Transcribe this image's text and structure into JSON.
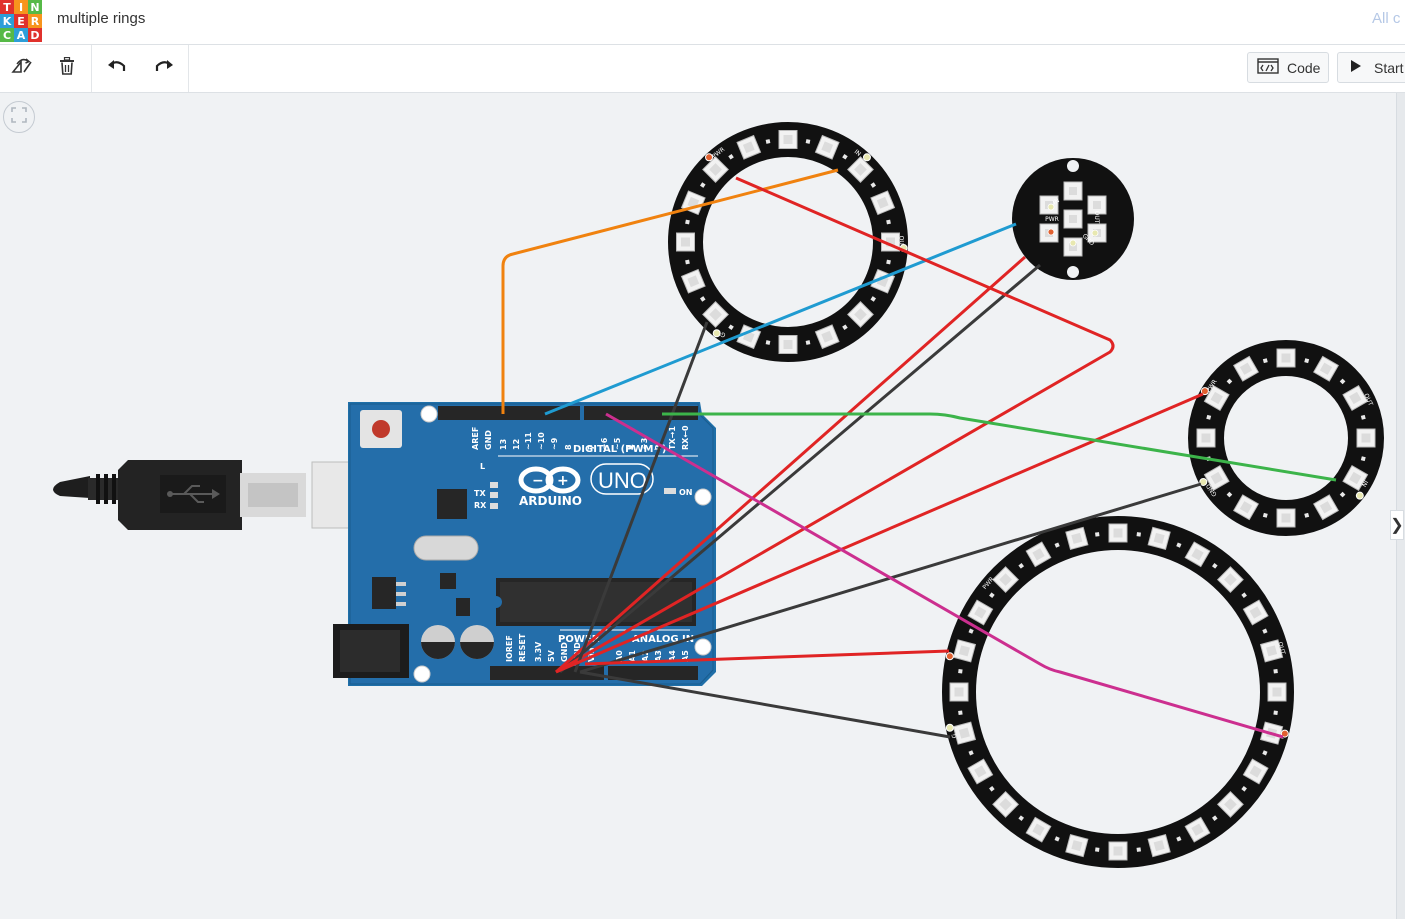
{
  "app": {
    "logo_letters": [
      "T",
      "I",
      "N",
      "K",
      "E",
      "R",
      "C",
      "A",
      "D"
    ],
    "logo_colors": [
      "#e0312c",
      "#f7941d",
      "#56b947",
      "#2d9ed8",
      "#e0312c",
      "#f7941d",
      "#56b947",
      "#2d9ed8",
      "#e0312c"
    ],
    "project_title": "multiple rings",
    "top_right_text": "All c"
  },
  "toolbar": {
    "rotate_icon": "rotate-icon",
    "delete_icon": "trash-icon",
    "undo_icon": "undo-icon",
    "redo_icon": "redo-icon",
    "code_label": "Code",
    "start_label": "Start"
  },
  "canvas": {
    "fit_view_icon": "fit-view-icon",
    "panel_toggle": "❯"
  },
  "arduino": {
    "brand": "ARDUINO",
    "model": "UNO",
    "digital_header": "DIGITAL (PWM~)",
    "power_header": "POWER",
    "analog_header": "ANALOG IN",
    "on_label": "ON",
    "l_label": "L",
    "tx_label": "TX",
    "rx_label": "RX",
    "digital_pins": [
      "AREF",
      "GND",
      "13",
      "12",
      "~11",
      "~10",
      "~9",
      "8",
      "7",
      "~6",
      "~5",
      "4",
      "~3",
      "2",
      "TX→1",
      "RX←0"
    ],
    "power_pins": [
      "IOREF",
      "RESET",
      "3.3V",
      "5V",
      "GND",
      "GND",
      "Vin"
    ],
    "analog_pins": [
      "A0",
      "A1",
      "A2",
      "A3",
      "A4",
      "A5"
    ]
  },
  "rings": {
    "ring_a_labels": [
      "PWR",
      "IN",
      "OUT",
      "G"
    ],
    "jewel_labels": [
      "IN",
      "PWR",
      "OUT",
      "GND"
    ],
    "ring_b_labels": [
      "PWR",
      "OUT",
      "IN",
      "GND"
    ],
    "ring_c_labels": [
      "PWR",
      "OUT",
      "IN",
      "G"
    ]
  },
  "wire_colors": {
    "orange": "#f0820f",
    "blue": "#1f9bd1",
    "red": "#e02424",
    "black": "#3a3a3a",
    "green": "#3cb44a",
    "magenta": "#cc2f8f"
  }
}
